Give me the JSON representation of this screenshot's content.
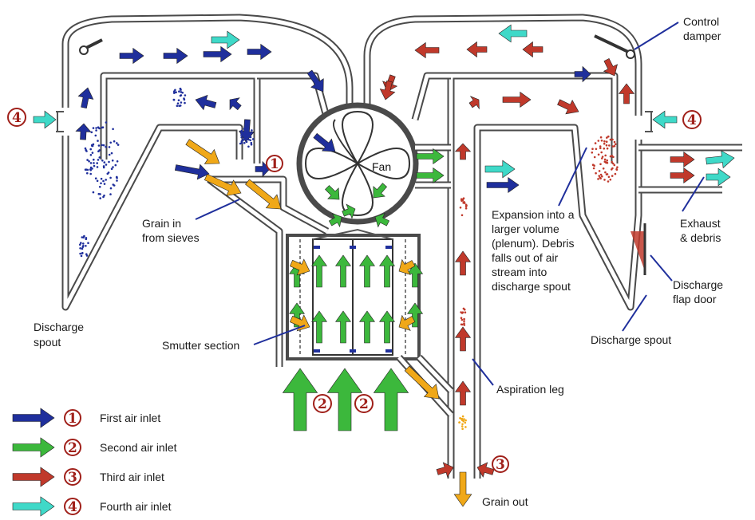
{
  "labels": {
    "control_damper_1": "Control",
    "control_damper_2": "damper",
    "fan": "Fan",
    "grain_in_1": "Grain in",
    "grain_in_2": "from sieves",
    "expansion_1": "Expansion into a",
    "expansion_2": "larger volume",
    "expansion_3": "(plenum). Debris",
    "expansion_4": "falls out of air",
    "expansion_5": "stream into",
    "expansion_6": "discharge spout",
    "exhaust_1": "Exhaust",
    "exhaust_2": "& debris",
    "discharge_flap_1": "Discharge",
    "discharge_flap_2": "flap door",
    "discharge_spout_left_1": "Discharge",
    "discharge_spout_left_2": "spout",
    "discharge_spout_right": "Discharge spout",
    "smutter": "Smutter section",
    "aspiration": "Aspiration leg",
    "grain_out": "Grain out"
  },
  "markers": {
    "one": "1",
    "two": "2",
    "three": "3",
    "four": "4"
  },
  "legend": [
    {
      "number": "1",
      "label": "First air inlet",
      "color": "#1f2f9c"
    },
    {
      "number": "2",
      "label": "Second air inlet",
      "color": "#3cb83c"
    },
    {
      "number": "3",
      "label": "Third air inlet",
      "color": "#c0392b"
    },
    {
      "number": "4",
      "label": "Fourth air inlet",
      "color": "#3fd9c8"
    }
  ],
  "colors": {
    "first_air": "#1f2f9c",
    "second_air": "#3cb83c",
    "third_air": "#c0392b",
    "fourth_air": "#3fd9c8",
    "grain": "#f0a818",
    "wall": "#4a4a4a",
    "marker_ring": "#a0201a"
  }
}
